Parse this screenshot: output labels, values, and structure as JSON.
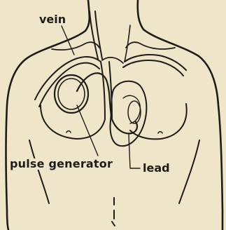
{
  "labels": {
    "vein": "vein",
    "pulse_generator": "pulse generator",
    "lead": "lead"
  },
  "colors": {
    "paper": "#efe5c9",
    "ink": "#1e1c18"
  }
}
